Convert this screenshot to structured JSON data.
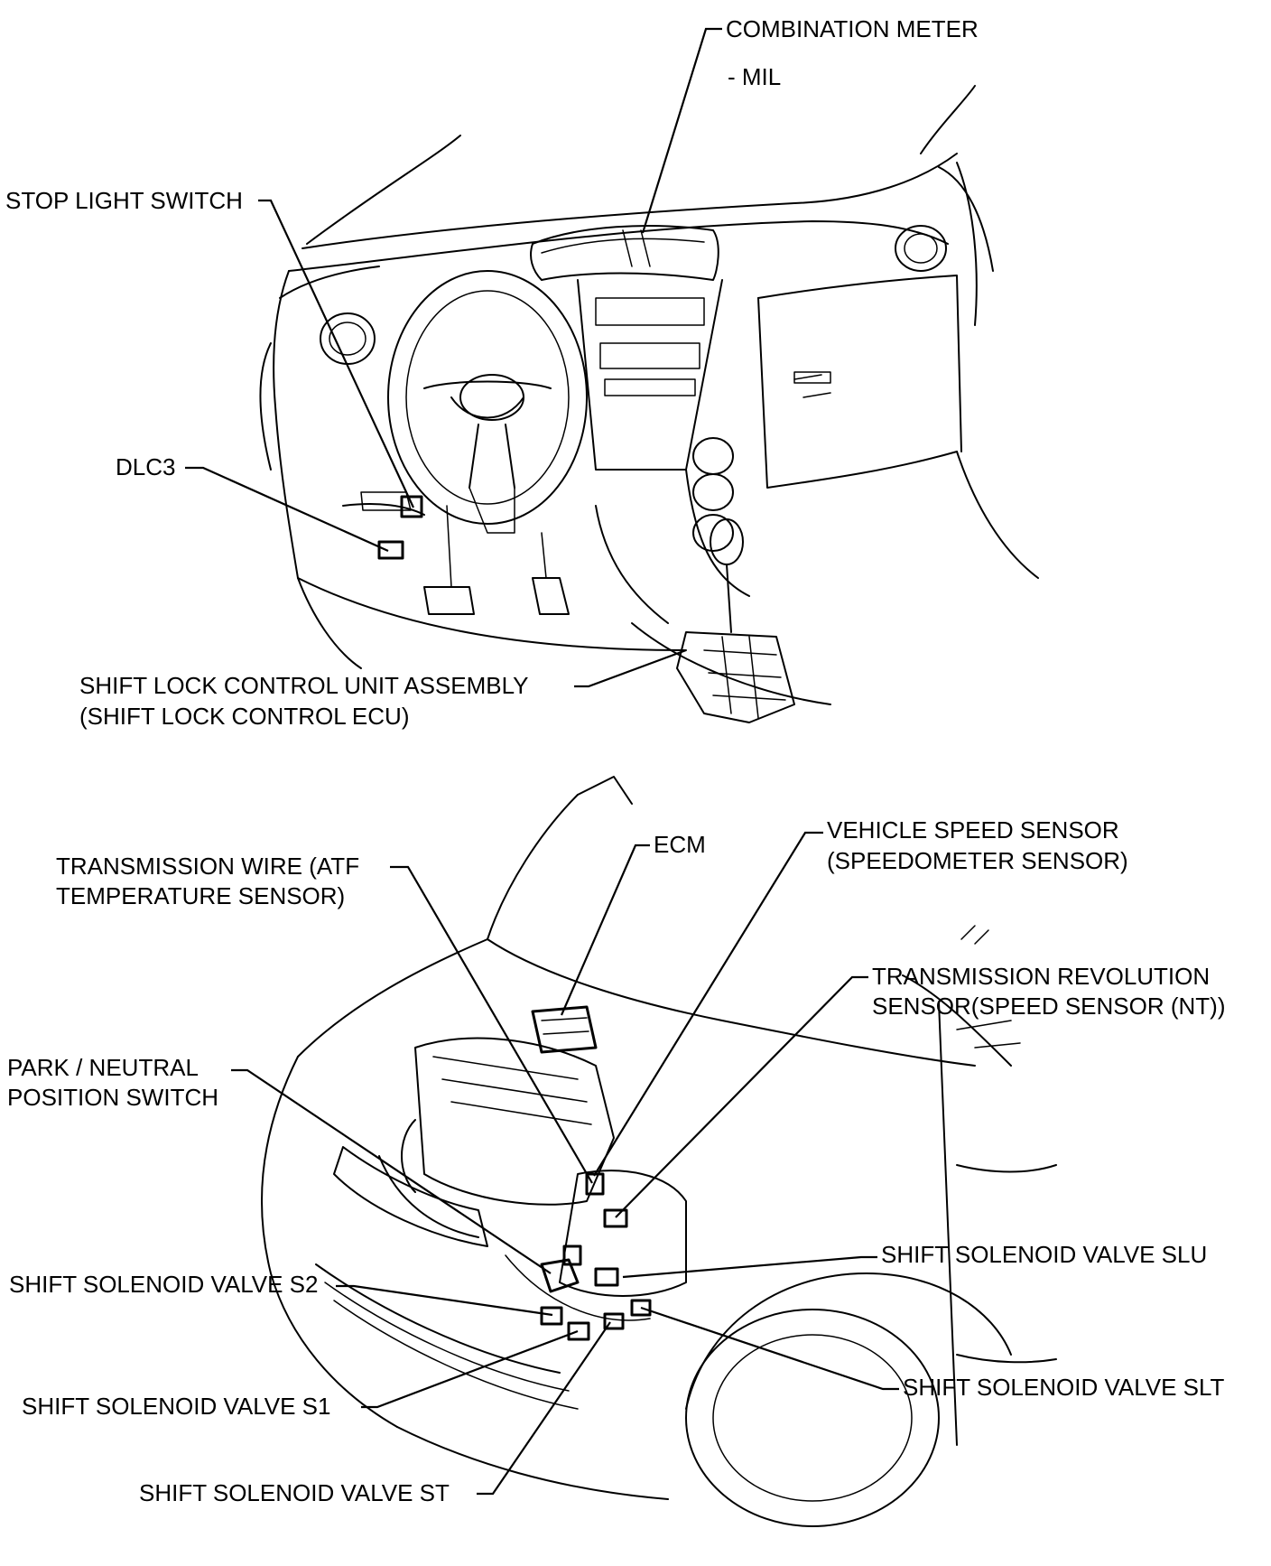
{
  "labels": {
    "combination_meter": "COMBINATION METER",
    "mil": "- MIL",
    "stop_light_switch": "STOP LIGHT SWITCH",
    "dlc3": "DLC3",
    "shift_lock_line1": "SHIFT LOCK CONTROL UNIT ASSEMBLY",
    "shift_lock_line2": "(SHIFT LOCK CONTROL ECU)",
    "ecm": "ECM",
    "transmission_wire_line1": "TRANSMISSION WIRE (ATF",
    "transmission_wire_line2": "TEMPERATURE SENSOR)",
    "vehicle_speed_line1": "VEHICLE SPEED SENSOR",
    "vehicle_speed_line2": "(SPEEDOMETER SENSOR)",
    "trans_rev_line1": "TRANSMISSION REVOLUTION",
    "trans_rev_line2": "SENSOR(SPEED SENSOR (NT))",
    "park_neutral_line1": "PARK / NEUTRAL",
    "park_neutral_line2": "POSITION SWITCH",
    "ssv_slu": "SHIFT SOLENOID VALVE SLU",
    "ssv_s2": "SHIFT SOLENOID VALVE S2",
    "ssv_slt": "SHIFT SOLENOID VALVE SLT",
    "ssv_s1": "SHIFT SOLENOID VALVE S1",
    "ssv_st": "SHIFT SOLENOID VALVE ST"
  }
}
